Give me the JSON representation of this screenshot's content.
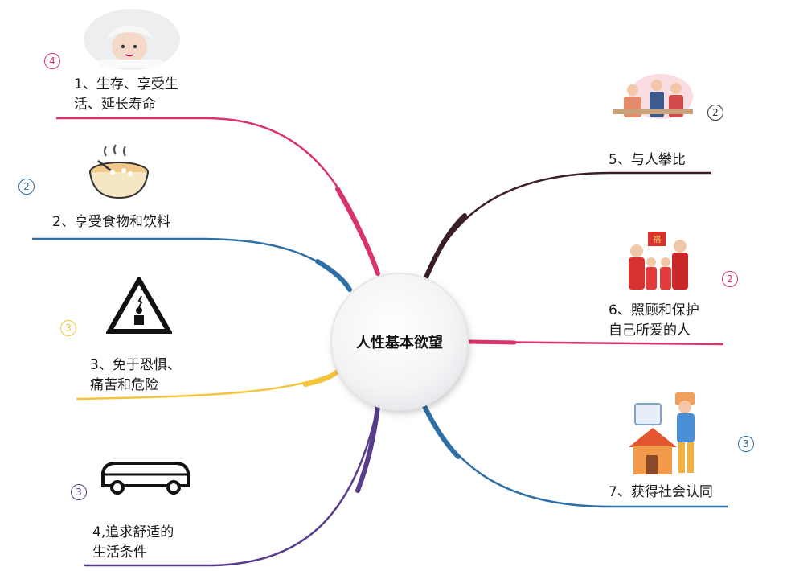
{
  "center": {
    "title": "人性基本欲望"
  },
  "branches": [
    {
      "lines": [
        "1、生存、享受生",
        "活、延长寿命"
      ],
      "badge": "4",
      "color": "#d8336a",
      "icon": "baby-photo-icon"
    },
    {
      "lines": [
        "2、享受食物和饮料"
      ],
      "badge": "2",
      "color": "#2e6fa6",
      "icon": "food-bowl-icon"
    },
    {
      "lines": [
        "3、免于恐惧、",
        "痛苦和危险"
      ],
      "badge": "3",
      "color": "#f2c53d",
      "icon": "hazard-warning-icon"
    },
    {
      "lines": [
        "4,追求舒适的",
        "生活条件"
      ],
      "badge": "3",
      "color": "#5a3c8c",
      "icon": "limousine-icon"
    },
    {
      "lines": [
        "5、与人攀比"
      ],
      "badge": "2",
      "color": "#3a1f2a",
      "icon": "people-comparing-icon"
    },
    {
      "lines": [
        "6、照顾和保护",
        "自己所爱的人"
      ],
      "badge": "2",
      "color": "#d8336a",
      "icon": "family-new-year-icon"
    },
    {
      "lines": [
        "7、获得社会认同"
      ],
      "badge": "3",
      "color": "#2e6fa6",
      "icon": "social-recognition-icon"
    }
  ]
}
